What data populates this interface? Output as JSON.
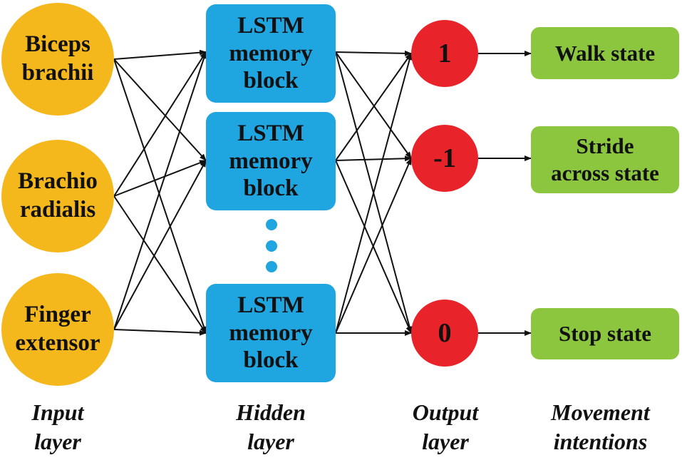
{
  "input_layer": {
    "nodes": [
      {
        "lines": [
          "Biceps",
          "brachii"
        ]
      },
      {
        "lines": [
          "Brachio",
          "radialis"
        ]
      },
      {
        "lines": [
          "Finger",
          "extensor"
        ]
      }
    ],
    "caption": [
      "Input",
      "layer"
    ],
    "color": "#f5b81c"
  },
  "hidden_layer": {
    "nodes": [
      {
        "lines": [
          "LSTM",
          "memory",
          "block"
        ]
      },
      {
        "lines": [
          "LSTM",
          "memory",
          "block"
        ]
      },
      {
        "lines": [
          "LSTM",
          "memory",
          "block"
        ]
      }
    ],
    "caption": [
      "Hidden",
      "layer"
    ],
    "color": "#1fa5e0"
  },
  "output_layer": {
    "nodes": [
      {
        "label": "1"
      },
      {
        "label": "-1"
      },
      {
        "label": "0"
      }
    ],
    "caption": [
      "Output",
      "layer"
    ],
    "color": "#e8232a"
  },
  "movement_intentions": {
    "nodes": [
      {
        "lines": [
          "Walk state"
        ]
      },
      {
        "lines": [
          "Stride",
          "across state"
        ]
      },
      {
        "lines": [
          "Stop state"
        ]
      }
    ],
    "caption": [
      "Movement",
      "intentions"
    ],
    "color": "#8cc63f"
  }
}
